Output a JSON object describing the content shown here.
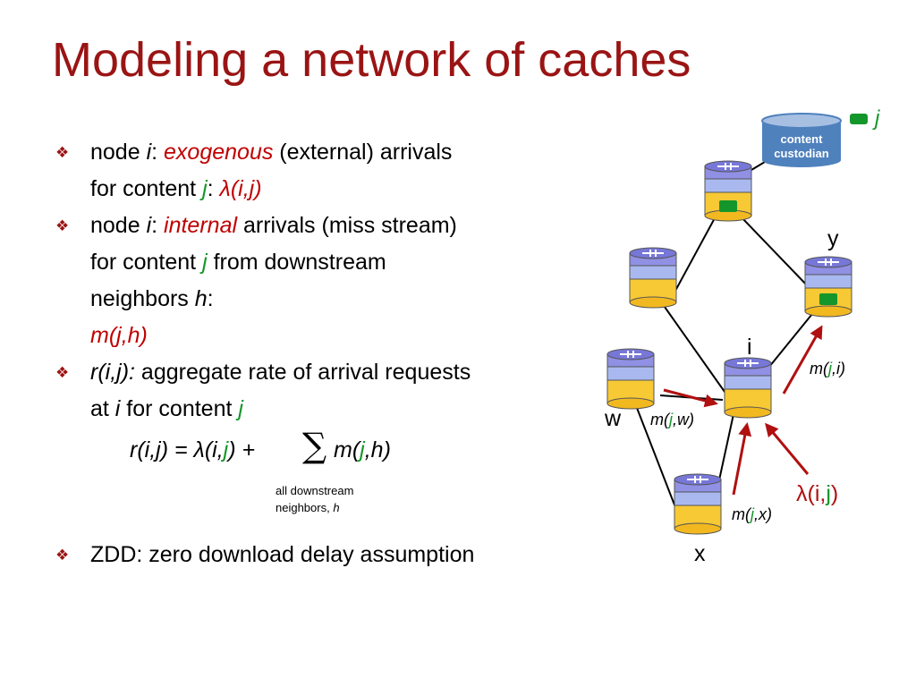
{
  "title": "Modeling a network of caches",
  "bullets": {
    "b1": {
      "p1": "node ",
      "i": "i",
      "p2": ": ",
      "exo": "exogenous",
      "p3": " (external) arrivals for content ",
      "j": "j",
      "p4": ":  ",
      "lambda": "λ(i,j)"
    },
    "b2": {
      "p1": "node ",
      "i": "i",
      "p2": ": ",
      "internal": "internal",
      "p3": " arrivals (miss stream) for  content ",
      "j": "j",
      "p4": " from downstream neighbors ",
      "h": "h",
      "p5": ":",
      "mjh": "m(j,h)"
    },
    "b3": {
      "rij": "r(i,j):",
      "p1": " aggregate rate of arrival requests at ",
      "i": "i",
      "p2": " for content ",
      "j": "j"
    },
    "b4": {
      "text": "ZDD: zero download delay assumption"
    }
  },
  "formula": {
    "lhs": "r(i,j) = λ(i,",
    "j": "j",
    "rhs": ") +",
    "sigma": "∑",
    "m1": "m(",
    "j2": "j",
    "m2": ",h)",
    "sub1": "all downstream",
    "sub2": "neighbors, ",
    "sub_h": "h"
  },
  "diagram": {
    "custodian_line1": "content",
    "custodian_line2": "custodian",
    "legend_j": "j",
    "node_y": "y",
    "node_i": "i",
    "node_w": "w",
    "node_x": "x",
    "label_mji_a": "m(",
    "label_mji_j": "j",
    "label_mji_b": ",i)",
    "label_mjw_a": "m(",
    "label_mjw_j": "j",
    "label_mjw_b": ",w)",
    "label_mjx_a": "m(",
    "label_mjx_j": "j",
    "label_mjx_b": ",x)",
    "lambda_a": "λ(i,",
    "lambda_j": "j",
    "lambda_b": ")"
  },
  "colors": {
    "title": "#9a1414",
    "red": "#c00000",
    "green": "#14962a",
    "cache_top": "#8f8fe0",
    "cache_bottom": "#f7c935",
    "custodian": "#4f81bd"
  }
}
